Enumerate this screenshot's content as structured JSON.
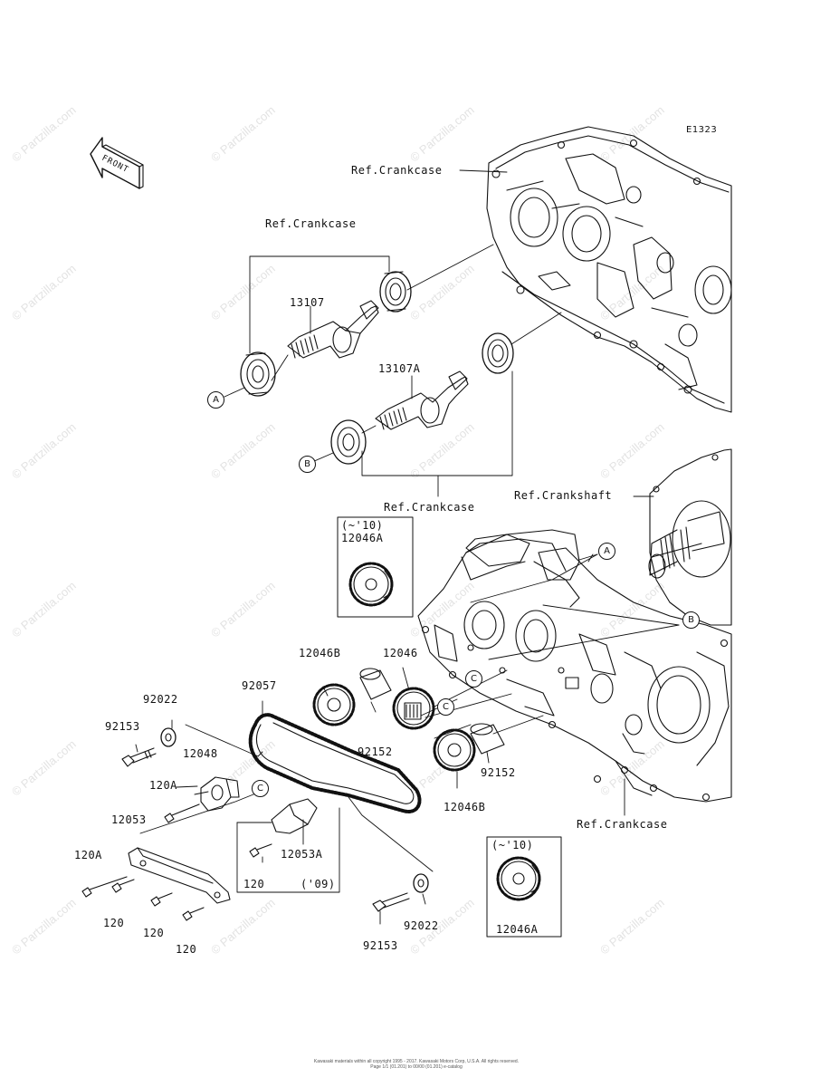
{
  "diagram": {
    "code": "E1323",
    "front_label": "FRONT",
    "watermark": "© Partzilla.com",
    "footer": {
      "line1": "Kawasaki materials within all copyright 1995 - 2017. Kawasaki Motors Corp, U.S.A. All rights reserved.",
      "line2": "Page 1/1 (01.201) to 00/00 (01.201) e-catalog"
    },
    "ref_labels": {
      "crankcase_top": "Ref.Crankcase",
      "crankcase_upper": "Ref.Crankcase",
      "crankcase_mid": "Ref.Crankcase",
      "crankshaft": "Ref.Crankshaft",
      "crankcase_low": "Ref.Crankcase"
    },
    "callouts": {
      "a1": "A",
      "b1": "B",
      "a2": "A",
      "b2": "B",
      "c1": "C",
      "c2": "C",
      "c3": "C"
    },
    "parts": {
      "p13107": "13107",
      "p13107A": "13107A",
      "p12046A_top": "12046A",
      "p12046A_top_note": "(~'10)",
      "p12046B_top": "12046B",
      "p12046": "12046",
      "p92057": "92057",
      "p92022_top": "92022",
      "p92153_top": "92153",
      "p12048": "12048",
      "p120A_top": "120A",
      "p12053": "12053",
      "p120A_left": "120A",
      "p120_a": "120",
      "p120_b": "120",
      "p120_c": "120",
      "p120_box": "120",
      "p12053A": "12053A",
      "note09": "('09)",
      "p92152_a": "92152",
      "p92152_b": "92152",
      "p12046B_bot": "12046B",
      "p92022_bot": "92022",
      "p92153_bot": "92153",
      "p12046A_bot": "12046A",
      "p12046A_bot_note": "(~'10)"
    }
  }
}
